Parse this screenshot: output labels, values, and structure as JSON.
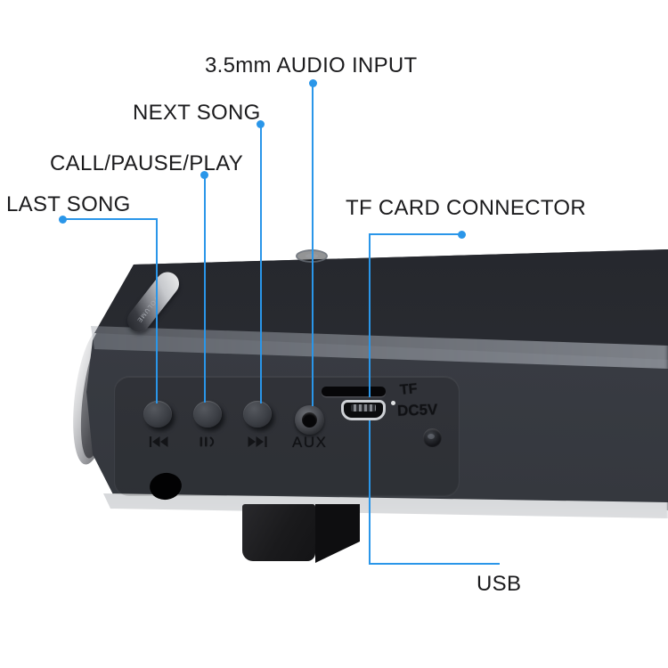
{
  "colors": {
    "accent": "#2a96e9",
    "label_text": "#1b1b1d",
    "background": "#ffffff",
    "device_body": "#34373d"
  },
  "callouts": {
    "audio_input": {
      "label": "3.5mm AUDIO INPUT"
    },
    "next_song": {
      "label": "NEXT SONG"
    },
    "call_pause_play": {
      "label": "CALL/PAUSE/PLAY"
    },
    "last_song": {
      "label": "LAST SONG"
    },
    "tf_card": {
      "label": "TF CARD CONNECTOR"
    },
    "usb": {
      "label": "USB"
    }
  },
  "device": {
    "printed": {
      "aux": "AUX",
      "tf": "TF",
      "dc5v": "DC5V",
      "volume": "VOLUME"
    },
    "icons": [
      "previous-track-icon",
      "call-pause-play-icon",
      "next-track-icon"
    ]
  }
}
